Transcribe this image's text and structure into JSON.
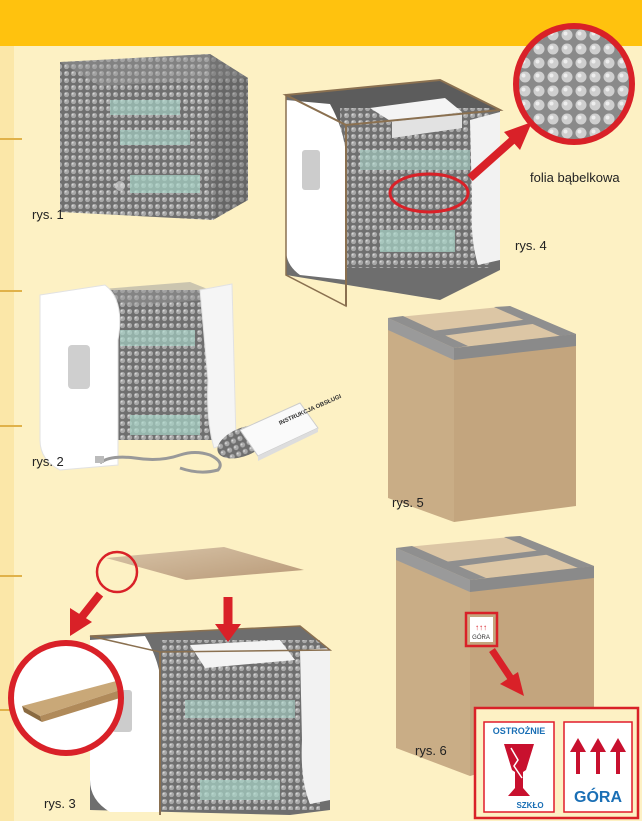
{
  "labels": {
    "fig1": "rys. 1",
    "fig2": "rys. 2",
    "fig3": "rys. 3",
    "fig4": "rys. 4",
    "fig5": "rys. 5",
    "fig6": "rys. 6",
    "bubble_wrap": "folia bąbelkowa",
    "manual_text": "INSTRUKCJA OBSŁUGI"
  },
  "stickers": {
    "small_up": "GÓRA",
    "fragile_top": "OSTROŻNIE",
    "fragile_bottom": "SZKŁO",
    "up": "GÓRA"
  },
  "colors": {
    "header": "#ffc20e",
    "background": "#fdf1c4",
    "arrow": "#d92128",
    "cardboard": "#c4a882",
    "tape": "#8f8f8f"
  }
}
